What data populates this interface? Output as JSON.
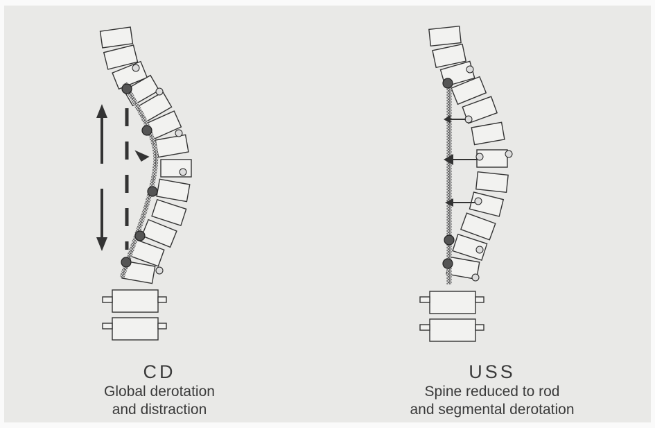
{
  "figures": [
    {
      "id": "cd",
      "title": "CD",
      "caption_lines": [
        "Global derotation",
        "and distraction"
      ]
    },
    {
      "id": "uss",
      "title": "USS",
      "caption_lines": [
        "Spine reduced to rod",
        "and segmental derotation"
      ]
    }
  ],
  "colors": {
    "background": "#e9e9e7",
    "ink": "#3a3a3a",
    "bone_fill": "#f2f2f0"
  }
}
